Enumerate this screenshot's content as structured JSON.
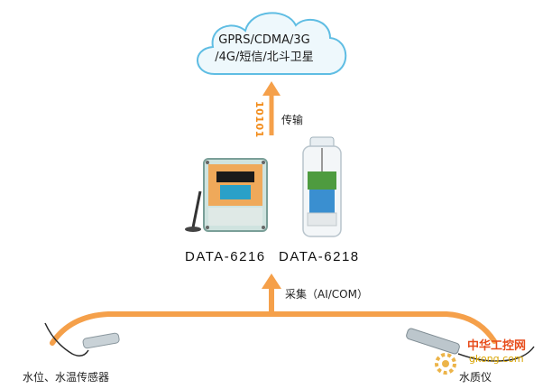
{
  "cloud": {
    "line1": "GPRS/CDMA/3G",
    "line2": "/4G/短信/北斗卫星"
  },
  "uplink": {
    "bits": "10101",
    "label": "传输"
  },
  "devices": [
    {
      "model": "DATA-6216"
    },
    {
      "model": "DATA-6218"
    }
  ],
  "collect": {
    "label": "采集（AI/COM）"
  },
  "sensors": [
    {
      "label": "水位、水温传感器"
    },
    {
      "label": "水质仪"
    }
  ],
  "watermark": {
    "brand": "中华工控网",
    "site": "gkong.com"
  },
  "colors": {
    "accent": "#f5a04a",
    "cloud_fill": "#eaf6fb",
    "cloud_stroke": "#6cc0e0"
  }
}
